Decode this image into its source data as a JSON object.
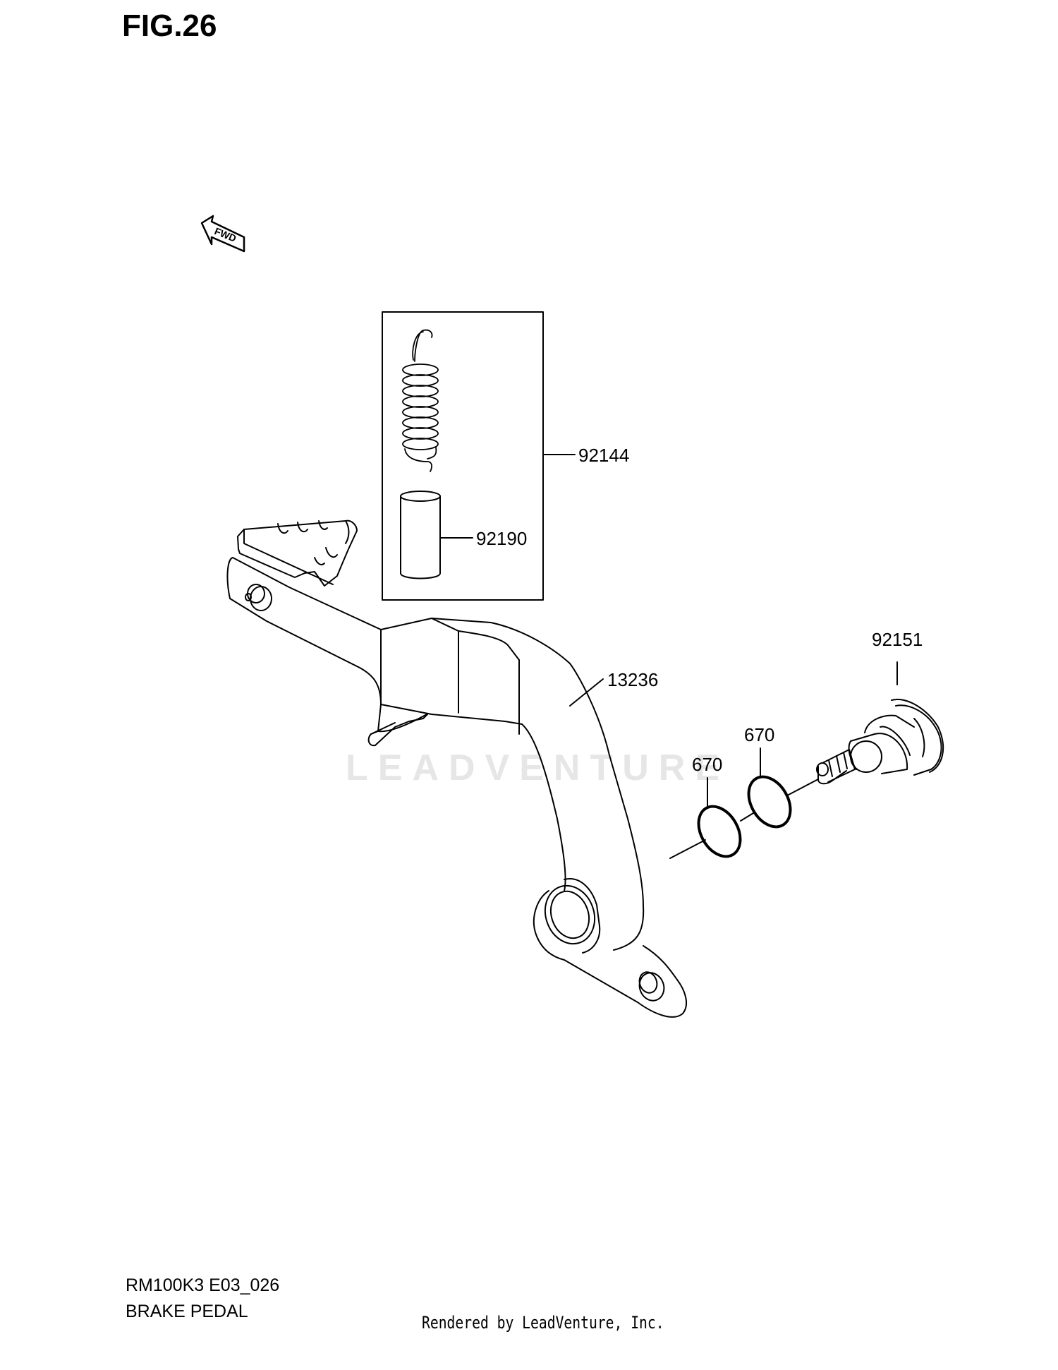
{
  "figure": {
    "title": "FIG.26",
    "fwd_label": "FWD"
  },
  "parts": {
    "spring_kit": "92144",
    "collar": "92190",
    "pedal": "13236",
    "pivot_bolt": "92151",
    "oring_outer": "670",
    "oring_inner": "670"
  },
  "watermark": "LEADVENTURE",
  "footer": {
    "code": "RM100K3 E03_026",
    "name": "BRAKE PEDAL",
    "rendered": "Rendered by LeadVenture, Inc."
  },
  "colors": {
    "line": "#000000",
    "watermark": "#e6e6e6"
  }
}
